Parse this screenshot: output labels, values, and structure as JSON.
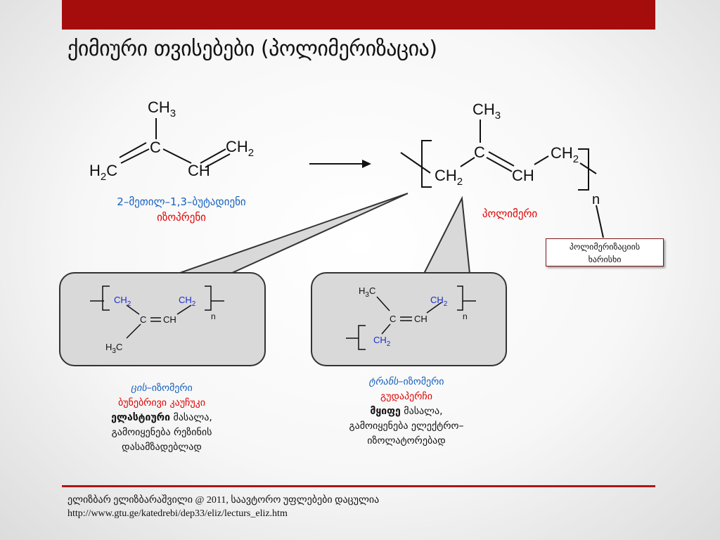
{
  "slide": {
    "title": "ქიმიური თვისებები (პოლიმერიზაცია)"
  },
  "reaction": {
    "monomer": {
      "ch3": "CH",
      "ch3_sub": "3",
      "c": "C",
      "ch2_right": "CH",
      "ch2_right_sub": "2",
      "h2c_h": "H",
      "h2c_sub": "2",
      "h2c_c": "C",
      "ch": "CH",
      "name_line1": "2–მეთილ–1,3–ბუტადიენი",
      "name_line2": "იზოპრენი"
    },
    "polymer": {
      "ch3": "CH",
      "ch3_sub": "3",
      "c": "C",
      "ch2_right": "CH",
      "ch2_right_sub": "2",
      "ch2_left": "CH",
      "ch2_left_sub": "2",
      "ch": "CH",
      "n": "n",
      "label": "პოლიმერი"
    },
    "degree_label_line1": "პოლიმერიზაციის",
    "degree_label_line2": "ხარისხი"
  },
  "isomers": {
    "cis": {
      "ch2_left": "CH",
      "ch2_left_sub": "2",
      "ch2_right": "CH",
      "ch2_right_sub": "2",
      "c": "C",
      "ch": "CH",
      "h3c_h": "H",
      "h3c_sub": "3",
      "h3c_c": "C",
      "n": "n",
      "prefix": "ცის",
      "title_rest": "–იზომერი",
      "line2": "ბუნებრივი კაუჩუკი",
      "line3_bold": "ელასტიური",
      "line3_rest": " მასალა,",
      "line4": "გამოიყენება რეზინის",
      "line5": "დასამზადებლად"
    },
    "trans": {
      "h3c_h": "H",
      "h3c_sub": "3",
      "h3c_c": "C",
      "ch2_right": "CH",
      "ch2_right_sub": "2",
      "c": "C",
      "ch": "CH",
      "ch2_bottom": "CH",
      "ch2_bottom_sub": "2",
      "n": "n",
      "prefix": "ტრანს",
      "title_rest": "–იზომერი",
      "line2": "გუდაპერჩი",
      "line3_bold": "მყიფე",
      "line3_rest": " მასალა,",
      "line4": "გამოიყენება ელექტრო–",
      "line5": "იზოლატორებად"
    }
  },
  "footer": {
    "line1": "ელიზბარ ელიზბარაშვილი @  2011, საავტორო უფლებები დაცულია",
    "line2": "http://www.gtu.ge/katedrebi/dep33/eliz/lecturs_eliz.htm"
  },
  "colors": {
    "accent": "#a50d0d",
    "blue": "#1560c0",
    "red": "#e00000"
  }
}
